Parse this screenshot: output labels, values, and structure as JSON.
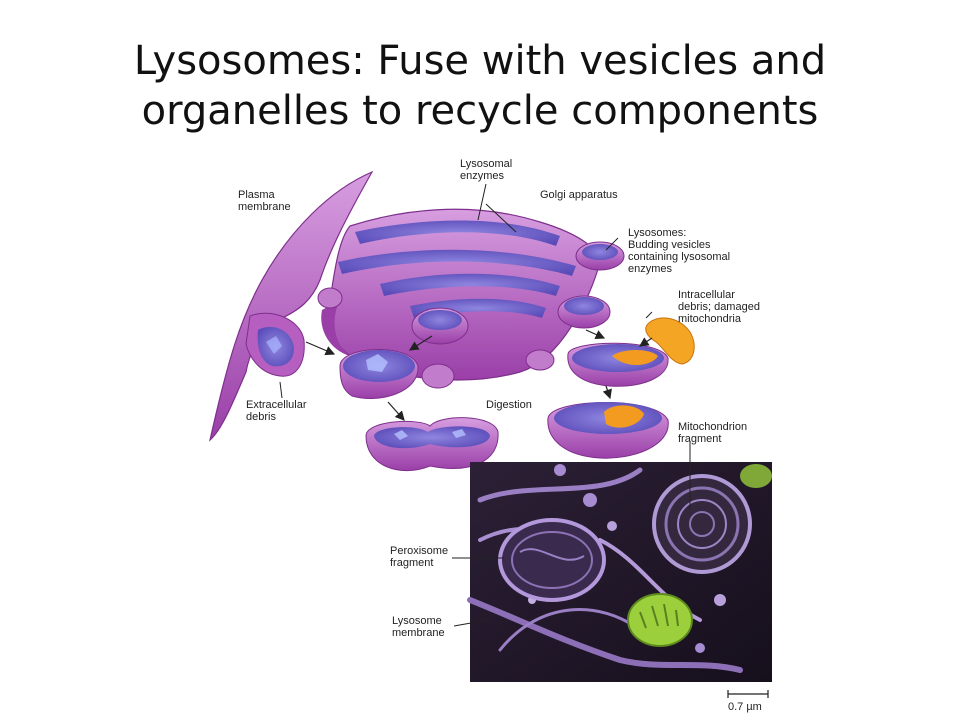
{
  "title": {
    "line1": "Lysosomes: Fuse with vesicles and",
    "line2": "organelles to recycle components"
  },
  "labels": {
    "lysosomal_enzymes": [
      "Lysosomal",
      "enzymes"
    ],
    "golgi": "Golgi apparatus",
    "plasma_membrane": [
      "Plasma",
      "membrane"
    ],
    "lysosomes": [
      "Lysosomes:",
      "Budding vesicles",
      "containing lysosomal",
      "enzymes"
    ],
    "intracellular_debris": [
      "Intracellular",
      "debris; damaged",
      "mitochondria"
    ],
    "extracellular_debris": [
      "Extracellular",
      "debris"
    ],
    "digestion": "Digestion",
    "mito_fragment": [
      "Mitochondrion",
      "fragment"
    ],
    "peroxisome_fragment": [
      "Peroxisome",
      "fragment"
    ],
    "lysosome_membrane": [
      "Lysosome",
      "membrane"
    ],
    "scale_bar": "0.7 µm"
  },
  "colors": {
    "membrane": "#b65fc0",
    "membrane_light": "#d9a3e0",
    "membrane_dark": "#7e2f8c",
    "lumen": "#6f5fd1",
    "debris": "#f39a20",
    "micrograph_bg": "#241a2c"
  }
}
